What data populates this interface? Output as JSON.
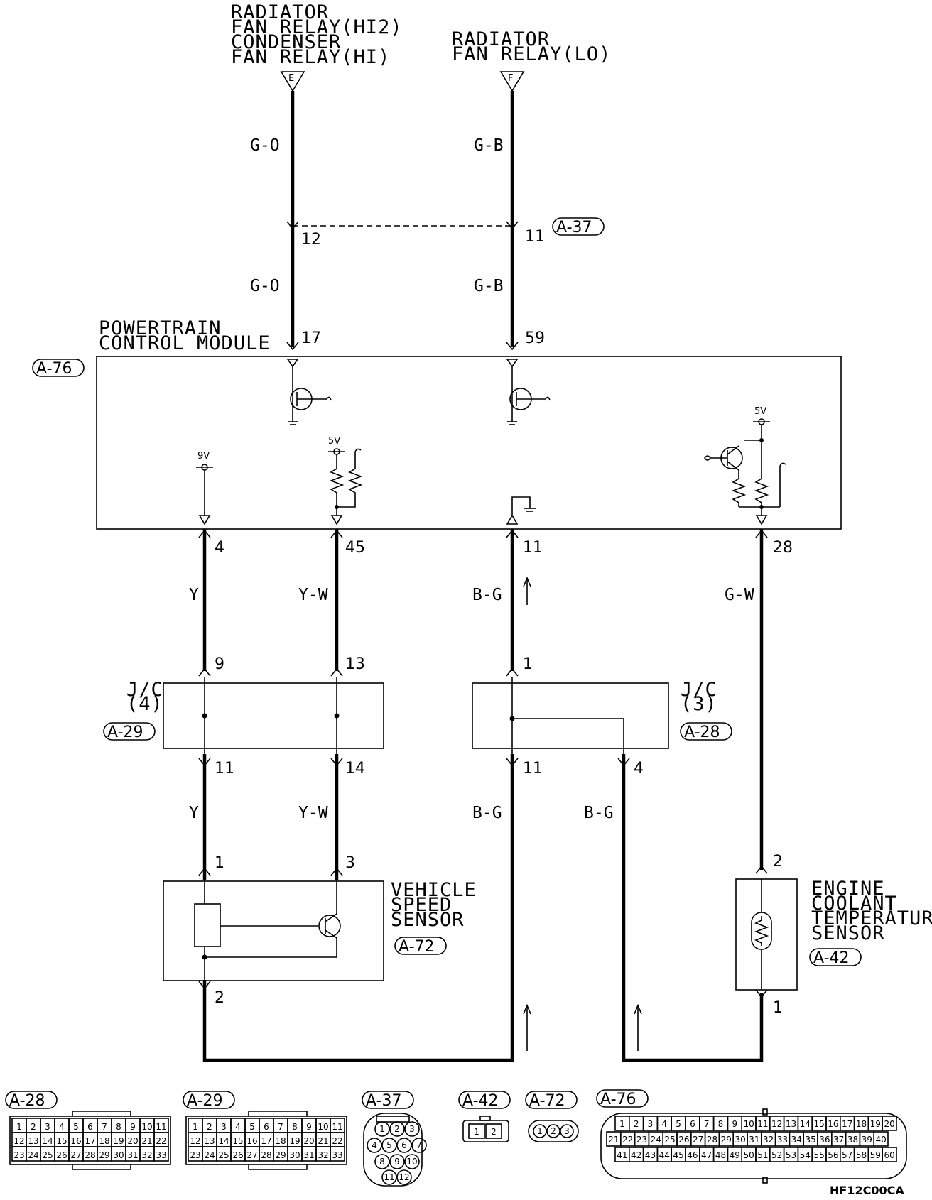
{
  "relays": {
    "e_line1": "RADIATOR",
    "e_line2": "FAN RELAY(HI2)",
    "e_line3": "CONDENSER",
    "e_line4": "FAN RELAY(HI)",
    "e_letter": "E",
    "f_line1": "RADIATOR",
    "f_line2": "FAN RELAY(LO)",
    "f_letter": "F"
  },
  "wires": {
    "go_top": "G-O",
    "gb_top": "G-B",
    "go_mid": "G-O",
    "gb_mid": "G-B",
    "y_1": "Y",
    "yw_1": "Y-W",
    "bg_1": "B-G",
    "gw_1": "G-W",
    "y_2": "Y",
    "yw_2": "Y-W",
    "bg_2": "B-G",
    "bg_3": "B-G"
  },
  "pins": {
    "p12": "12",
    "p11a": "11",
    "p17": "17",
    "p59": "59",
    "p4": "4",
    "p45": "45",
    "p11b": "11",
    "p28": "28",
    "p9": "9",
    "p13": "13",
    "p1a": "1",
    "p11c": "11",
    "p14": "14",
    "p11d": "11",
    "p4b": "4",
    "p1b": "1",
    "p3": "3",
    "p2a": "2",
    "p2b": "2",
    "p1c": "1"
  },
  "modules": {
    "pcm_line1": "POWERTRAIN",
    "pcm_line2": "CONTROL MODULE",
    "jc4_line1": "J/C",
    "jc4_line2": "(4)",
    "jc3_line1": "J/C",
    "jc3_line2": "(3)",
    "vss_line1": "VEHICLE",
    "vss_line2": "SPEED",
    "vss_line3": "SENSOR",
    "ect_line1": "ENGINE",
    "ect_line2": "COOLANT",
    "ect_line3": "TEMPERATURE",
    "ect_line4": "SENSOR"
  },
  "connectors": {
    "a37": "A-37",
    "a76": "A-76",
    "a29": "A-29",
    "a28": "A-28",
    "a72": "A-72",
    "a42": "A-42"
  },
  "voltages": {
    "v9": "9V",
    "v5a": "5V",
    "v5b": "5V"
  },
  "legend": {
    "a28": "A-28",
    "a29": "A-29",
    "a37": "A-37",
    "a42": "A-42",
    "a72": "A-72",
    "a76": "A-76",
    "pins33": [
      "1",
      "2",
      "3",
      "4",
      "5",
      "6",
      "7",
      "8",
      "9",
      "10",
      "11",
      "12",
      "13",
      "14",
      "15",
      "16",
      "17",
      "18",
      "19",
      "20",
      "21",
      "22",
      "23",
      "24",
      "25",
      "26",
      "27",
      "28",
      "29",
      "30",
      "31",
      "32",
      "33"
    ],
    "pins12": [
      "1",
      "2",
      "3",
      "4",
      "5",
      "6",
      "7",
      "8",
      "9",
      "10",
      "11",
      "12"
    ],
    "pins60": [
      "1",
      "2",
      "3",
      "4",
      "5",
      "6",
      "7",
      "8",
      "9",
      "10",
      "11",
      "12",
      "13",
      "14",
      "15",
      "16",
      "17",
      "18",
      "19",
      "20",
      "21",
      "22",
      "23",
      "24",
      "25",
      "26",
      "27",
      "28",
      "29",
      "30",
      "31",
      "32",
      "33",
      "34",
      "35",
      "36",
      "37",
      "38",
      "39",
      "40",
      "41",
      "42",
      "43",
      "44",
      "45",
      "46",
      "47",
      "48",
      "49",
      "50",
      "51",
      "52",
      "53",
      "54",
      "55",
      "56",
      "57",
      "58",
      "59",
      "60"
    ],
    "a42_pins": [
      "1",
      "2"
    ],
    "a72_pins": [
      "1",
      "2",
      "3"
    ]
  },
  "code": "HF12C00CA"
}
